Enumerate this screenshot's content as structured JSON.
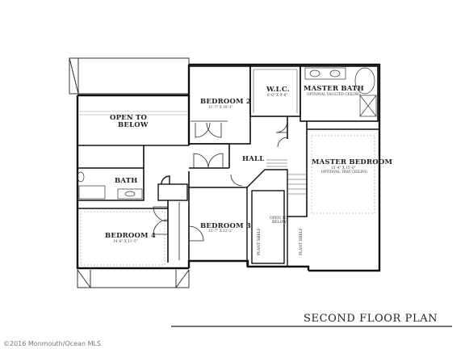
{
  "rooms": {
    "open_to_below": {
      "line1": "OPEN TO",
      "line2": "BELOW"
    },
    "bedroom2": {
      "name": "BEDROOM 2",
      "dims": "11'-7\" X 10'-1\""
    },
    "wic": {
      "name": "W.I.C.",
      "dims": "8'-0\" X 9'-0\""
    },
    "master_bath": {
      "name": "MASTER BATH",
      "note": "OPTIONAL VAULTED CEILING"
    },
    "master_bedroom": {
      "name": "MASTER BEDROOM",
      "dims": "15'-4\" X 15'-0\"",
      "note": "OPTIONAL TRAY CEILING"
    },
    "hall": {
      "name": "HALL"
    },
    "bath": {
      "name": "BATH"
    },
    "bedroom3": {
      "name": "BEDROOM 3",
      "dims": "12'-7\" X 12'-2\""
    },
    "bedroom4": {
      "name": "BEDROOM 4",
      "dims": "14'-6\" X 11'-5\""
    },
    "open_to_below_small": {
      "line1": "OPEN TO",
      "line2": "BELOW"
    },
    "plant_shelf": "PLANT SHELF"
  },
  "plan_title": "SECOND FLOOR PLAN",
  "copyright": "©2016 Monmouth/Ocean MLS"
}
